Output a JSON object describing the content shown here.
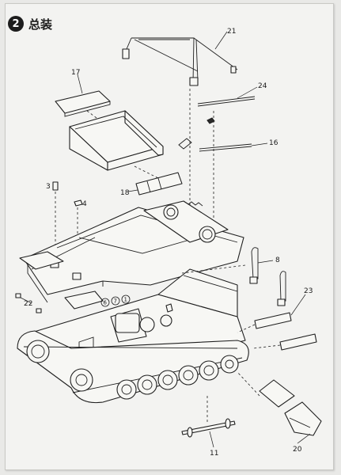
{
  "step": {
    "number": "2",
    "title": "总装"
  },
  "callouts": [
    "21",
    "17",
    "24",
    "16",
    "3",
    "4",
    "18",
    "8",
    "22",
    "23",
    "11",
    "20"
  ],
  "circled_marks": [
    "6",
    "7",
    "1"
  ]
}
